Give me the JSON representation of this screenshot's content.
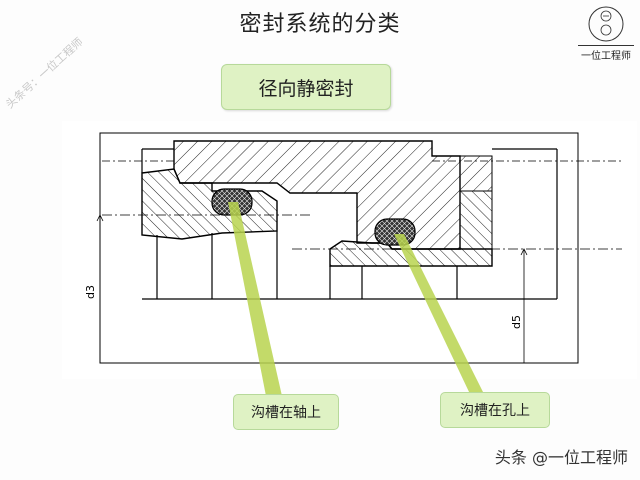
{
  "title": "密封系统的分类",
  "watermark": "头条号：一位工程师",
  "logo": {
    "text": "一位工程师"
  },
  "subtitle": "径向静密封",
  "diagram": {
    "dim_left": "d3",
    "dim_right": "d5"
  },
  "callouts": {
    "groove_shaft": "沟槽在轴上",
    "groove_bore": "沟槽在孔上"
  },
  "footer": "头条 @一位工程师",
  "colors": {
    "callout_fill": "#dff2c4",
    "callout_border": "#b7d99a",
    "leader": "#b9d34f"
  }
}
